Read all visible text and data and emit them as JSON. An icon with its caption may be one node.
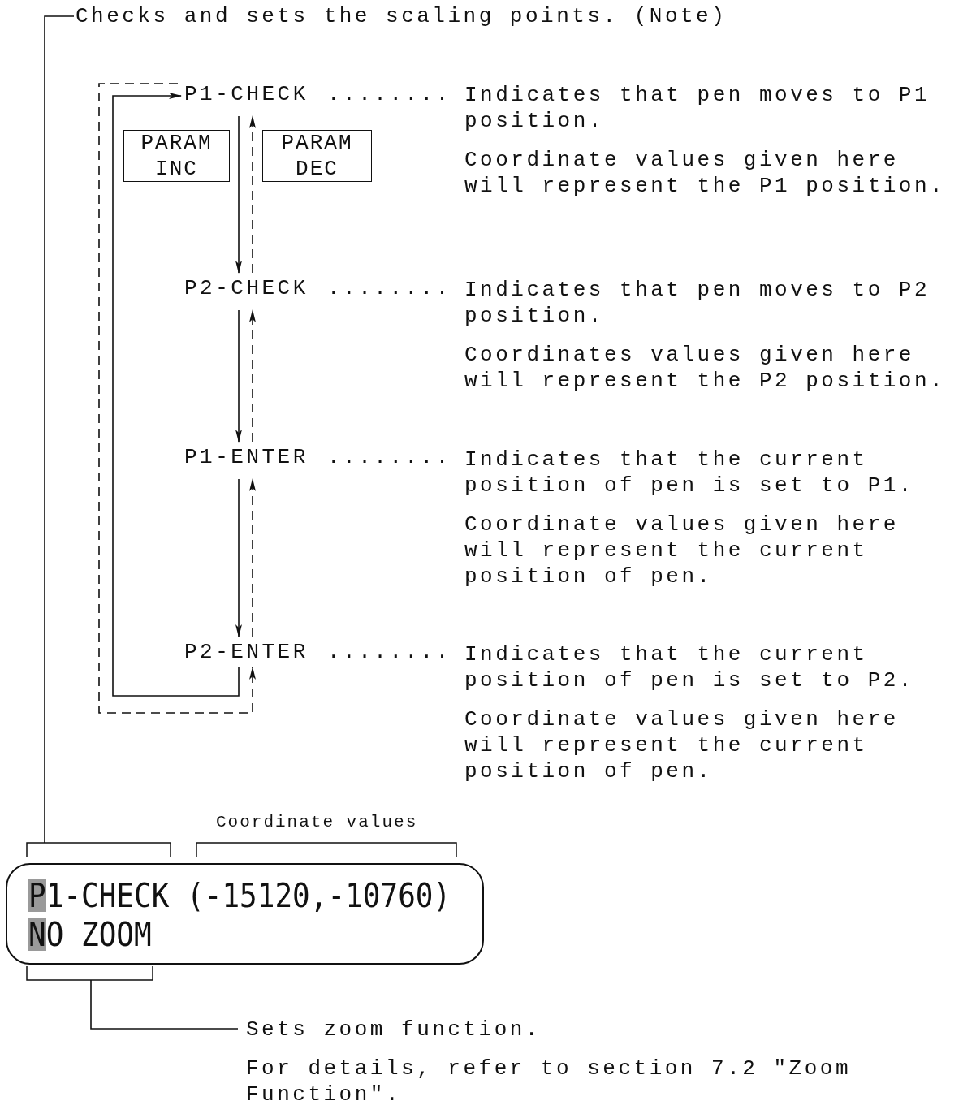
{
  "diagram": {
    "nodes": [
      {
        "text": [
          "Checks and sets the scaling points. (Note)"
        ]
      },
      {
        "text": [
          "P1-CHECK"
        ],
        "beside": [
          "Indicates that pen moves to P1 position.",
          "Coordinate values given here will represent the P1 position."
        ]
      },
      {
        "text": [
          "P2-CHECK"
        ],
        "beside": [
          "Indicates that pen moves to P2 position.",
          "Coordinates values given here will represent the P2 position."
        ]
      },
      {
        "text": [
          "P1-ENTER"
        ],
        "beside": [
          "Indicates that the current position of pen is set to P1.",
          "Coordinate values given here will represent the current position of pen."
        ]
      },
      {
        "text": [
          "P2-ENTER"
        ],
        "beside": [
          "Indicates that the current position of pen is set to P2.",
          "Coordinate values given here will represent the current position of pen."
        ]
      },
      {
        "text": [
          "PARAM INC"
        ]
      },
      {
        "text": [
          "PARAM DEC"
        ]
      },
      {
        "text": [
          "P1-CHECK (-15120,-10760)",
          "NO ZOOM"
        ]
      },
      {
        "text": [
          "Sets zoom function.",
          "For details, refer to section 7.2 \"Zoom Function\"."
        ]
      }
    ],
    "edges": [
      {
        "from": 1,
        "to": 2,
        "arrow": "to"
      },
      {
        "from": 2,
        "to": 1,
        "arrow": "to",
        "style": "dashed"
      },
      {
        "from": 2,
        "to": 3,
        "arrow": "to"
      },
      {
        "from": 3,
        "to": 2,
        "arrow": "to",
        "style": "dashed"
      },
      {
        "from": 3,
        "to": 4,
        "arrow": "to"
      },
      {
        "from": 4,
        "to": 3,
        "arrow": "to",
        "style": "dashed"
      },
      {
        "from": 4,
        "to": 1,
        "arrow": "to"
      },
      {
        "from": 1,
        "to": 4,
        "arrow": "to",
        "style": "dashed"
      },
      {
        "from": 0,
        "to": 7,
        "arrow": "none"
      },
      {
        "from": 8,
        "to": 7,
        "arrow": "none"
      }
    ],
    "labels": [
      "........",
      "........",
      "........",
      "........",
      "Coordinate values"
    ]
  }
}
